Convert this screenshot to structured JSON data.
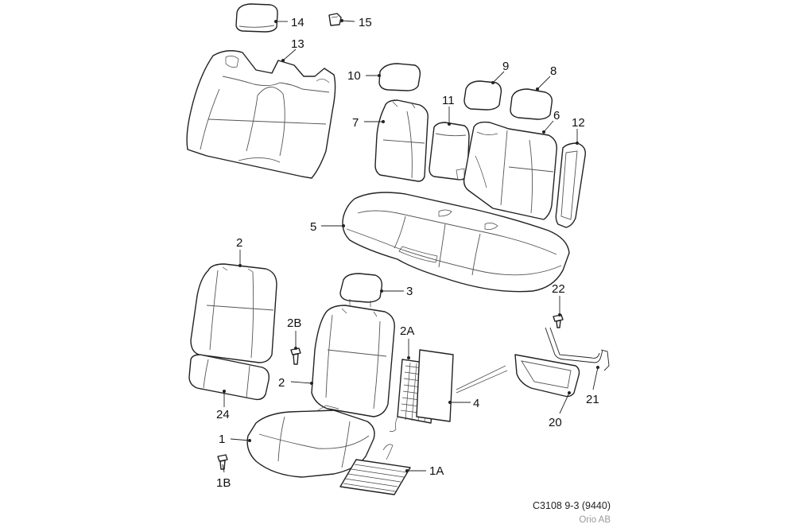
{
  "callouts": {
    "c14": "14",
    "c15": "15",
    "c13": "13",
    "c10": "10",
    "c9": "9",
    "c8": "8",
    "c11": "11",
    "c7": "7",
    "c6": "6",
    "c12": "12",
    "c5": "5",
    "c2_top": "2",
    "c3": "3",
    "c2B": "2B",
    "c2A": "2A",
    "c2_left": "2",
    "c4": "4",
    "c22": "22",
    "c24": "24",
    "c21": "21",
    "c20": "20",
    "c1": "1",
    "c1A": "1A",
    "c1B": "1B"
  },
  "footer": {
    "code": "C3108 9-3 (9440)",
    "brand": "Orio AB"
  }
}
